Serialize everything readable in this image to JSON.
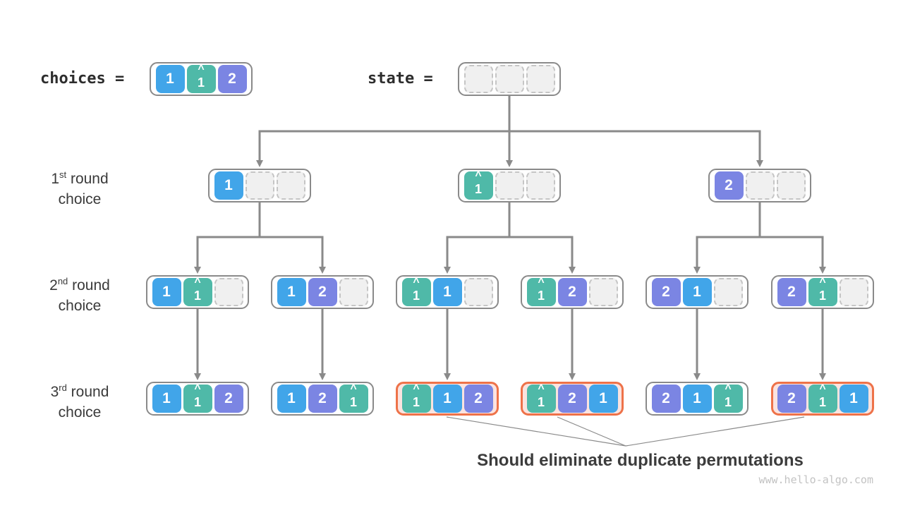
{
  "colors": {
    "blue": "#41a5e9",
    "teal": "#4fb9a8",
    "purple": "#7b85e3",
    "orange": "#ee7249",
    "orangeBg": "#fbe3df",
    "line": "#8a8a8a",
    "emptyFill": "#f0f0f0",
    "emptyBorder": "#c5c5c5",
    "textDark": "#3a3a3a"
  },
  "header": {
    "choices_label": "choices =",
    "state_label": "state ="
  },
  "glyphs": {
    "hat": "^"
  },
  "choices": {
    "cells": [
      {
        "v": "1",
        "c": "blue"
      },
      {
        "v": "1",
        "hat": "^",
        "c": "teal"
      },
      {
        "v": "2",
        "c": "purple"
      }
    ]
  },
  "state": {
    "cells": [
      {
        "v": "",
        "c": "empty"
      },
      {
        "v": "",
        "c": "empty"
      },
      {
        "v": "",
        "c": "empty"
      }
    ]
  },
  "row_labels": [
    {
      "num": "1",
      "ord": "st",
      "rest": " round",
      "line2": "choice"
    },
    {
      "num": "2",
      "ord": "nd",
      "rest": " round",
      "line2": "choice"
    },
    {
      "num": "3",
      "ord": "rd",
      "rest": " round",
      "line2": "choice"
    }
  ],
  "level1": [
    {
      "cells": [
        {
          "v": "1",
          "c": "blue"
        },
        {
          "v": "",
          "c": "empty"
        },
        {
          "v": "",
          "c": "empty"
        }
      ]
    },
    {
      "cells": [
        {
          "v": "1",
          "hat": "^",
          "c": "teal"
        },
        {
          "v": "",
          "c": "empty"
        },
        {
          "v": "",
          "c": "empty"
        }
      ]
    },
    {
      "cells": [
        {
          "v": "2",
          "c": "purple"
        },
        {
          "v": "",
          "c": "empty"
        },
        {
          "v": "",
          "c": "empty"
        }
      ]
    }
  ],
  "level2": [
    {
      "cells": [
        {
          "v": "1",
          "c": "blue"
        },
        {
          "v": "1",
          "hat": "^",
          "c": "teal"
        },
        {
          "v": "",
          "c": "empty"
        }
      ]
    },
    {
      "cells": [
        {
          "v": "1",
          "c": "blue"
        },
        {
          "v": "2",
          "c": "purple"
        },
        {
          "v": "",
          "c": "empty"
        }
      ]
    },
    {
      "cells": [
        {
          "v": "1",
          "hat": "^",
          "c": "teal"
        },
        {
          "v": "1",
          "c": "blue"
        },
        {
          "v": "",
          "c": "empty"
        }
      ]
    },
    {
      "cells": [
        {
          "v": "1",
          "hat": "^",
          "c": "teal"
        },
        {
          "v": "2",
          "c": "purple"
        },
        {
          "v": "",
          "c": "empty"
        }
      ]
    },
    {
      "cells": [
        {
          "v": "2",
          "c": "purple"
        },
        {
          "v": "1",
          "c": "blue"
        },
        {
          "v": "",
          "c": "empty"
        }
      ]
    },
    {
      "cells": [
        {
          "v": "2",
          "c": "purple"
        },
        {
          "v": "1",
          "hat": "^",
          "c": "teal"
        },
        {
          "v": "",
          "c": "empty"
        }
      ]
    }
  ],
  "level3": [
    {
      "duplicate": false,
      "cells": [
        {
          "v": "1",
          "c": "blue"
        },
        {
          "v": "1",
          "hat": "^",
          "c": "teal"
        },
        {
          "v": "2",
          "c": "purple"
        }
      ]
    },
    {
      "duplicate": false,
      "cells": [
        {
          "v": "1",
          "c": "blue"
        },
        {
          "v": "2",
          "c": "purple"
        },
        {
          "v": "1",
          "hat": "^",
          "c": "teal"
        }
      ]
    },
    {
      "duplicate": true,
      "cells": [
        {
          "v": "1",
          "hat": "^",
          "c": "teal"
        },
        {
          "v": "1",
          "c": "blue"
        },
        {
          "v": "2",
          "c": "purple"
        }
      ]
    },
    {
      "duplicate": true,
      "cells": [
        {
          "v": "1",
          "hat": "^",
          "c": "teal"
        },
        {
          "v": "2",
          "c": "purple"
        },
        {
          "v": "1",
          "c": "blue"
        }
      ]
    },
    {
      "duplicate": false,
      "cells": [
        {
          "v": "2",
          "c": "purple"
        },
        {
          "v": "1",
          "c": "blue"
        },
        {
          "v": "1",
          "hat": "^",
          "c": "teal"
        }
      ]
    },
    {
      "duplicate": true,
      "cells": [
        {
          "v": "2",
          "c": "purple"
        },
        {
          "v": "1",
          "hat": "^",
          "c": "teal"
        },
        {
          "v": "1",
          "c": "blue"
        }
      ]
    }
  ],
  "note": "Should eliminate duplicate permutations",
  "watermark": "www.hello-algo.com"
}
